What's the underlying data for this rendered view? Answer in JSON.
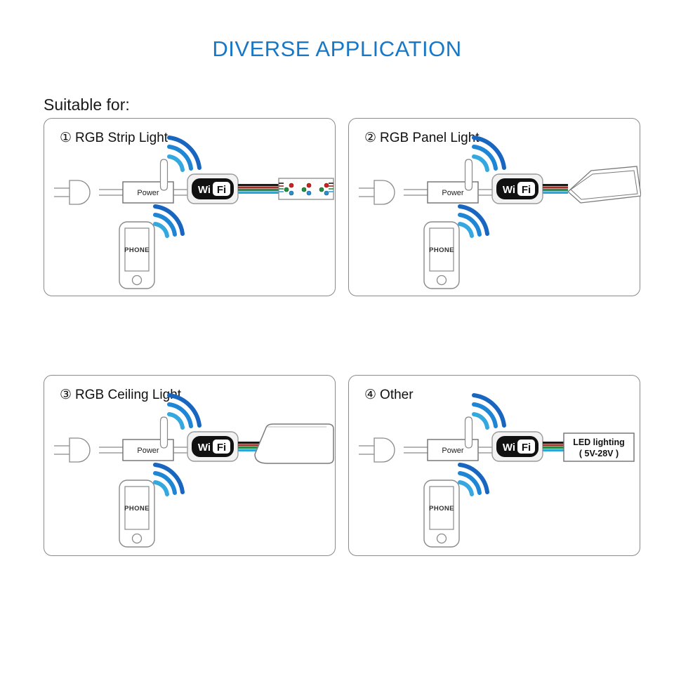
{
  "header": {
    "title": "DIVERSE APPLICATION",
    "title_color": "#1878c8"
  },
  "suitable": {
    "label": "Suitable for:"
  },
  "panels": [
    {
      "id": "rgb-strip-light",
      "number": "①",
      "title": "RGB Strip Light",
      "plug_label": "",
      "power_label": "Power",
      "controller_label_left": "Wi",
      "controller_label_right": "Fi",
      "phone_label": "PHONE",
      "load_type": "led-strip",
      "load_label": "",
      "wire_colors": [
        "#1a1a1a",
        "#a03024",
        "#2b8a46",
        "#2aa8d8"
      ],
      "led_dot_colors": [
        "#d02020",
        "#1f9040",
        "#2a8fd0"
      ],
      "led_clusters": 3
    },
    {
      "id": "rgb-panel-light",
      "number": "②",
      "title": "RGB Panel Light",
      "plug_label": "",
      "power_label": "Power",
      "controller_label_left": "Wi",
      "controller_label_right": "Fi",
      "phone_label": "PHONE",
      "load_type": "flat-panel",
      "load_label": "",
      "wire_colors": [
        "#1a1a1a",
        "#a03024",
        "#2b8a46",
        "#2aa8d8"
      ]
    },
    {
      "id": "rgb-ceiling-light",
      "number": "③",
      "title": "RGB Ceiling Light",
      "plug_label": "",
      "power_label": "Power",
      "controller_label_left": "Wi",
      "controller_label_right": "Fi",
      "phone_label": "PHONE",
      "load_type": "ceiling-dome",
      "load_label": "",
      "wire_colors": [
        "#1a1a1a",
        "#a03024",
        "#2b8a46",
        "#2aa8d8"
      ]
    },
    {
      "id": "other",
      "number": "④",
      "title": "Other",
      "plug_label": "",
      "power_label": "Power",
      "controller_label_left": "Wi",
      "controller_label_right": "Fi",
      "phone_label": "PHONE",
      "load_type": "label-box",
      "load_label_line1": "LED lighting",
      "load_label_line2": "(  5V-28V  )",
      "wire_colors": [
        "#1a1a1a",
        "#a03024",
        "#2b8a46",
        "#2aa8d8"
      ]
    }
  ],
  "colors": {
    "wifi_arc_light": "#35a8e0",
    "wifi_arc_dark": "#1866c0",
    "outline": "#8a8a8a",
    "controller_black": "#111111",
    "background": "#ffffff"
  }
}
